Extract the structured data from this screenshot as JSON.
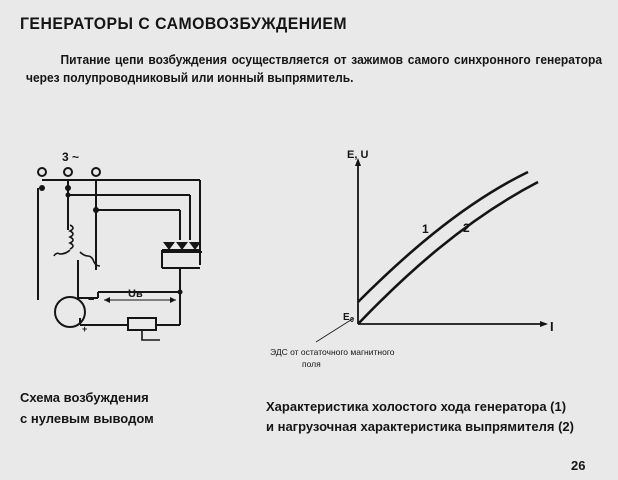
{
  "title": "ГЕНЕРАТОРЫ С САМОВОЗБУЖДЕНИЕМ",
  "intro": "Питание цепи возбуждения осуществляется от зажимов самого синхронного генератора через полупроводниковый или ионный выпрямитель.",
  "schematic": {
    "phase_label": "3 ~",
    "voltage_label": "Uв",
    "minus_sign": "−",
    "plus_sign": "+"
  },
  "left_caption": {
    "line1": "Схема возбуждения",
    "line2": "с нулевым выводом"
  },
  "graph": {
    "y_label": "E, U",
    "x_label": "I",
    "origin_label": "E",
    "origin_subscript": "0",
    "curve1_label": "1",
    "curve2_label": "2",
    "note_line1": "ЭДС от остаточного магнитного",
    "note_line2": "поля"
  },
  "right_caption": {
    "line1": "Характеристика холостого хода генератора (1)",
    "line2": "и нагрузочная характеристика выпрямителя (2)"
  },
  "page_number": "26"
}
